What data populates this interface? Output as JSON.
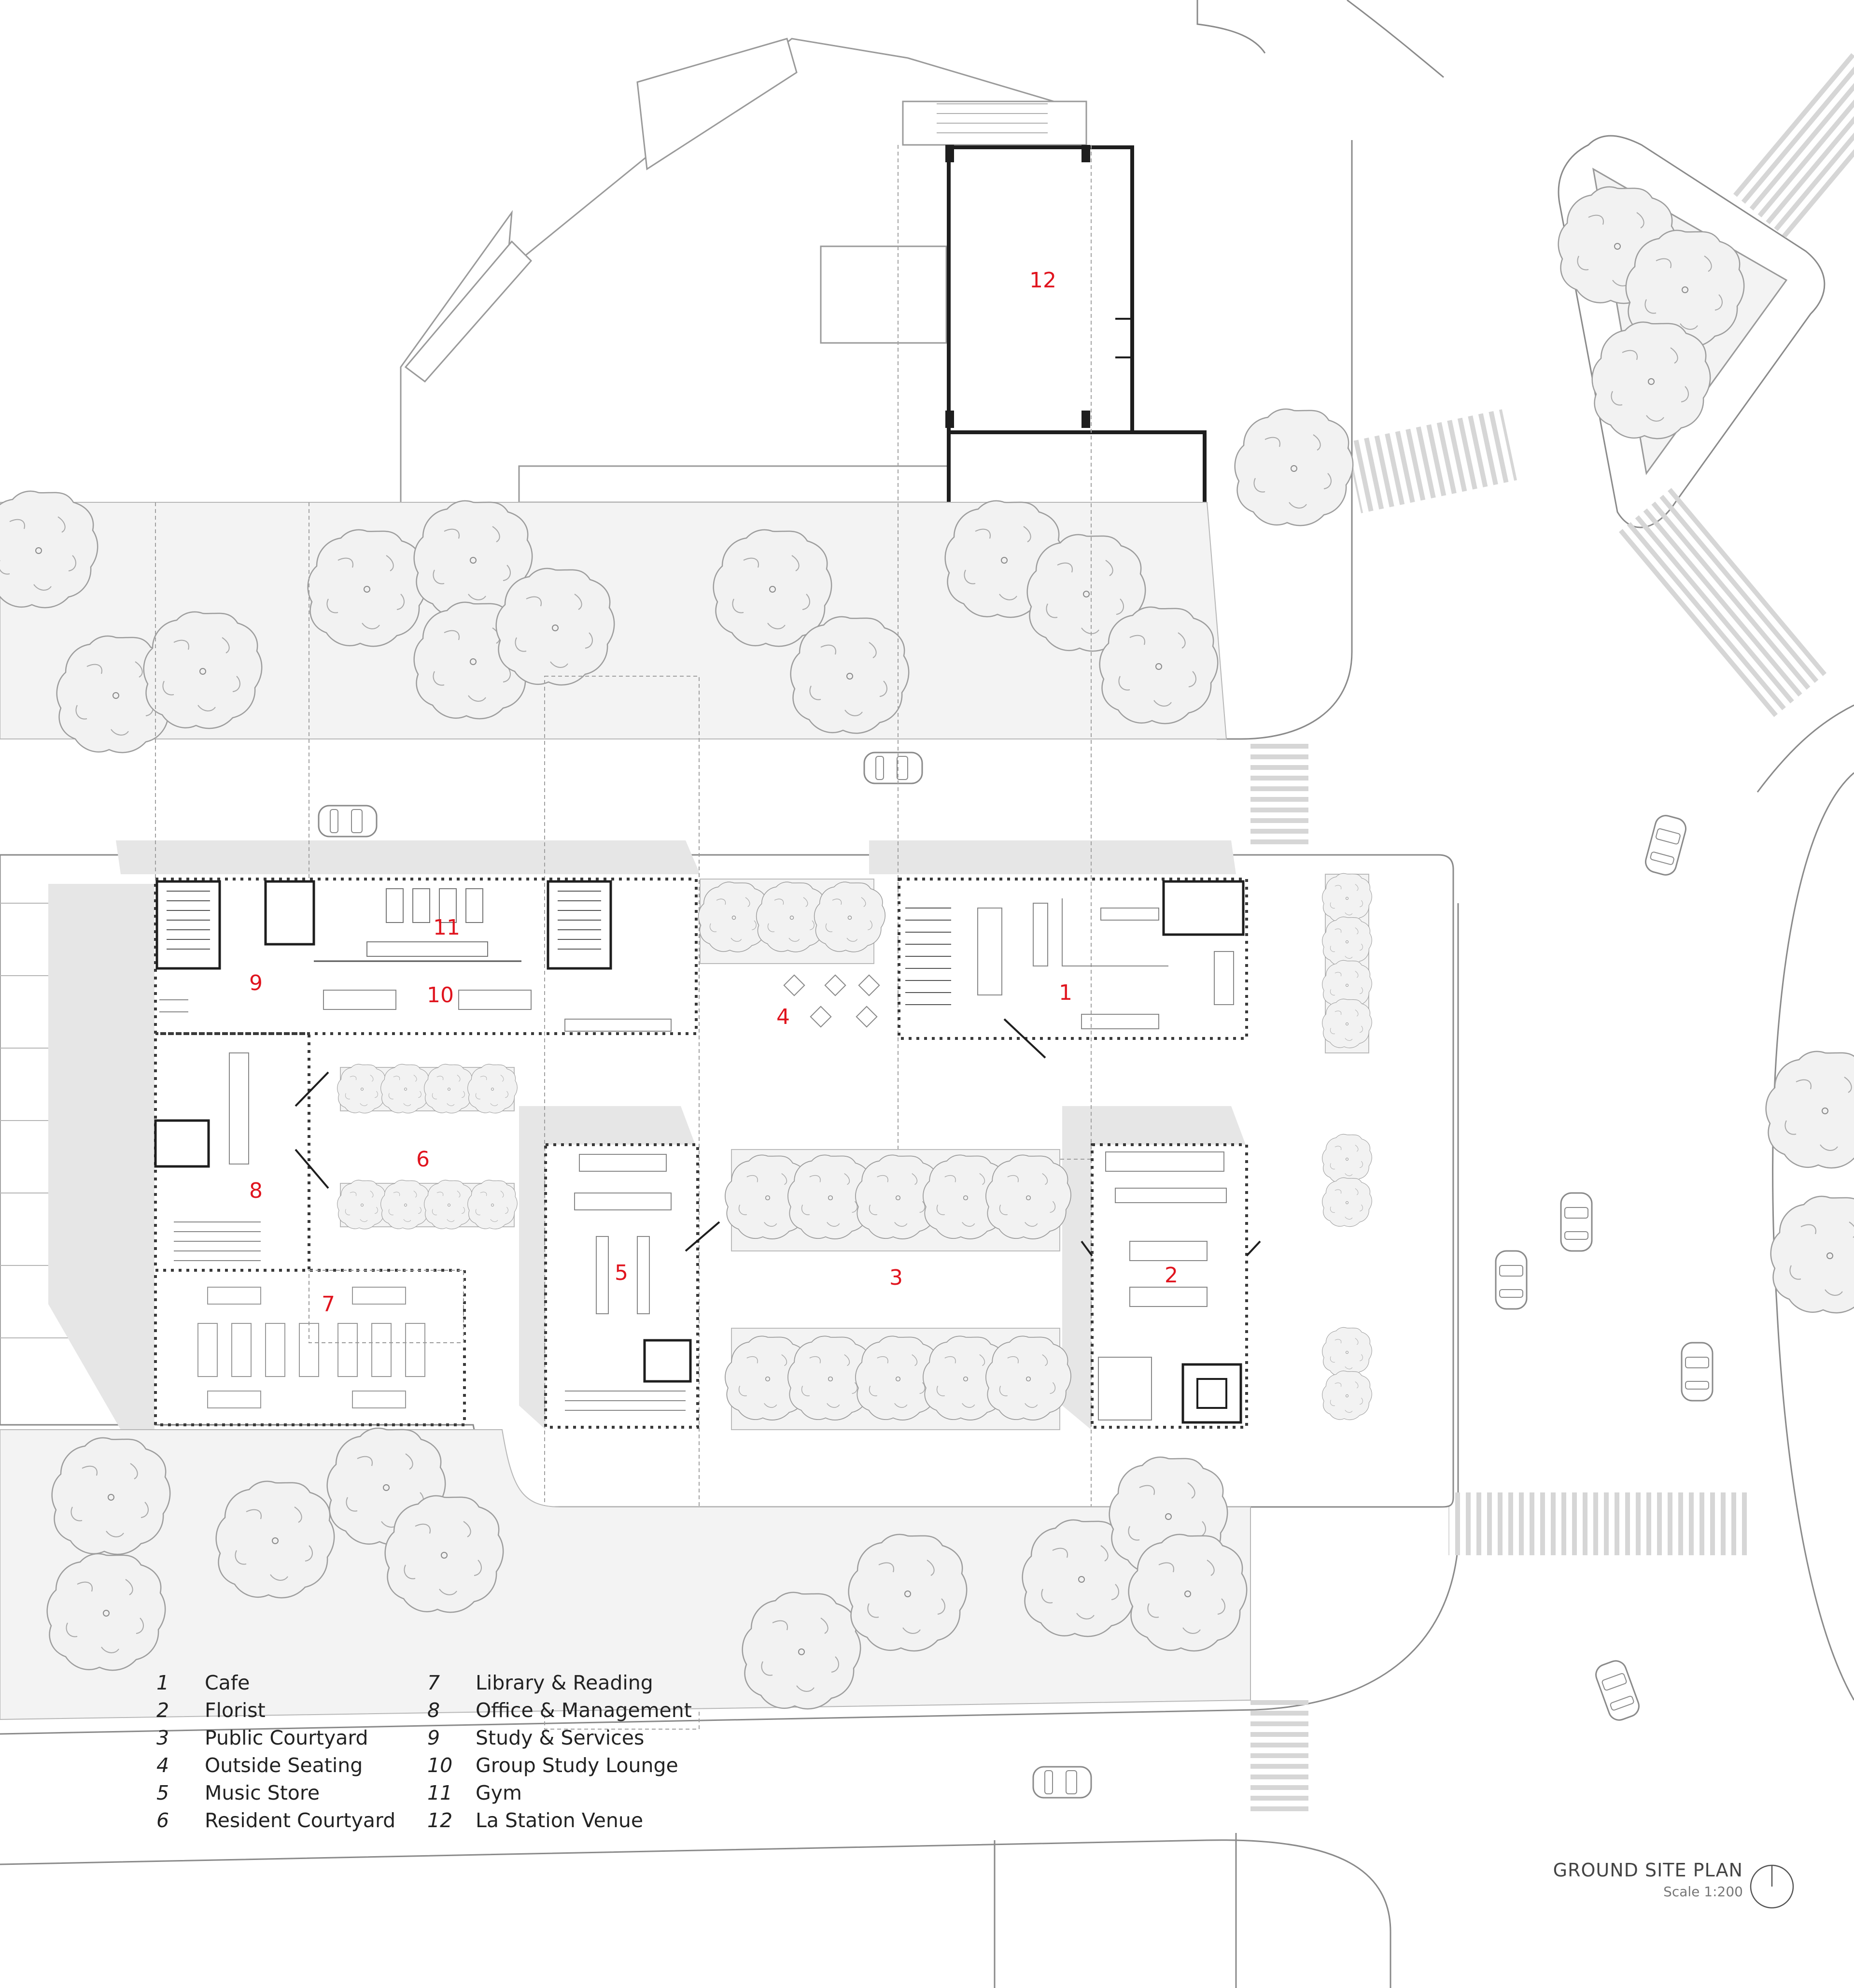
{
  "legend": {
    "items": [
      {
        "num": "1",
        "label": "Cafe"
      },
      {
        "num": "2",
        "label": "Florist"
      },
      {
        "num": "3",
        "label": "Public Courtyard"
      },
      {
        "num": "4",
        "label": "Outside Seating"
      },
      {
        "num": "5",
        "label": "Music Store"
      },
      {
        "num": "6",
        "label": "Resident Courtyard"
      },
      {
        "num": "7",
        "label": "Library & Reading"
      },
      {
        "num": "8",
        "label": "Office & Management"
      },
      {
        "num": "9",
        "label": "Study & Services"
      },
      {
        "num": "10",
        "label": "Group Study Lounge"
      },
      {
        "num": "11",
        "label": "Gym"
      },
      {
        "num": "12",
        "label": "La Station Venue"
      }
    ]
  },
  "plan_labels": [
    "1",
    "2",
    "3",
    "4",
    "5",
    "6",
    "7",
    "8",
    "9",
    "10",
    "11",
    "12"
  ],
  "title": {
    "name": "GROUND SITE PLAN",
    "scale": "Scale 1:200"
  },
  "colors": {
    "room_label": "#e0141e",
    "line": "#8a8a8a",
    "wall": "#1e1e1e",
    "paving": "#f3f3f3",
    "shadow": "#e6e6e6"
  }
}
